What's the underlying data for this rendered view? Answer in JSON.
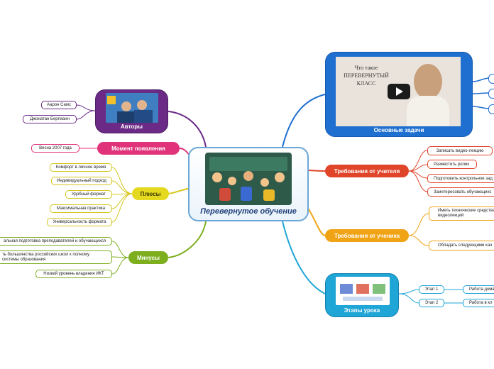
{
  "center": {
    "title": "Перевернутое обучение"
  },
  "left": {
    "authors": {
      "label": "Авторы",
      "items": [
        "Аарон Самс",
        "Джонатан Бергманн"
      ]
    },
    "moment": {
      "label": "Момент появления",
      "items": [
        "Весна 2007 года"
      ]
    },
    "plus": {
      "label": "Плюсы",
      "items": [
        "Комфорт в личное время",
        "Индивидуальный подход",
        "Удобный формат",
        "Максимальная практика",
        "Универсальность формата"
      ]
    },
    "minus": {
      "label": "Минусы",
      "items": [
        "альная подготовка преподавателей и обучающихся",
        "ть большинства российских школ к полному\nсистемы образования",
        "Низкий уровень владения ИКТ"
      ]
    }
  },
  "right": {
    "tasks": {
      "label": "Основные задачи",
      "video_text": "Что такое ПЕРЕВЕРНУТЫЙ КЛАСС"
    },
    "teacher": {
      "label": "Требования от учителя",
      "items": [
        "Записать видео-лекцию",
        "Разместить ролик",
        "Подготовить контрольное зад",
        "Заинтересовать обучающихс"
      ]
    },
    "student": {
      "label": "Требования от ученика",
      "items": [
        "Иметь технические средства\nвидеолекций",
        "Обладать следующими кач"
      ]
    },
    "stages": {
      "label": "Этапы урока",
      "items": [
        "Этап 1",
        "Этап 2"
      ],
      "sub": [
        "Работа дома",
        "Работа в кл"
      ]
    }
  },
  "colors": {
    "blue": "#1f6fd1",
    "red": "#e0452a",
    "orange": "#f0a315",
    "teal": "#1fa5d6",
    "purple": "#6a2a86",
    "pink": "#e0337a",
    "yellow": "#d4c61a",
    "green": "#7cae1e"
  }
}
